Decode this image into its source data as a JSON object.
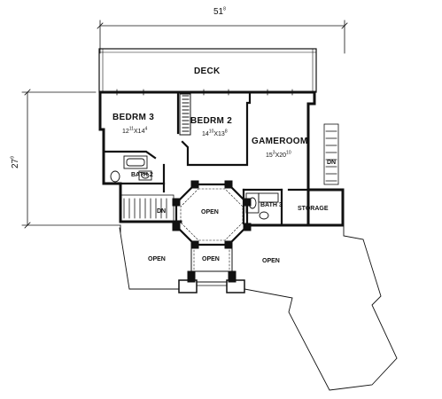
{
  "plan": {
    "overall_width": "51",
    "overall_width_inches": "8",
    "overall_depth": "27",
    "overall_depth_inches": "9",
    "deck_label": "DECK",
    "rooms": {
      "bedroom3": {
        "name": "BEDRM 3",
        "w_ft": "12",
        "w_in": "11",
        "d_ft": "14",
        "d_in": "4"
      },
      "bedroom2": {
        "name": "BEDRM 2",
        "w_ft": "14",
        "w_in": "10",
        "d_ft": "13",
        "d_in": "8"
      },
      "gameroom": {
        "name": "GAMEROOM",
        "w_ft": "15",
        "w_in": "3",
        "d_ft": "20",
        "d_in": "10"
      },
      "bath2": {
        "name": "BATH 2"
      },
      "bath3": {
        "name": "BATH 3"
      },
      "storage": {
        "name": "STORAGE"
      }
    },
    "open_labels": {
      "center": "OPEN",
      "left": "OPEN",
      "middle": "OPEN",
      "right": "OPEN"
    },
    "stair_labels": {
      "left": "DN",
      "right": "DN"
    }
  }
}
